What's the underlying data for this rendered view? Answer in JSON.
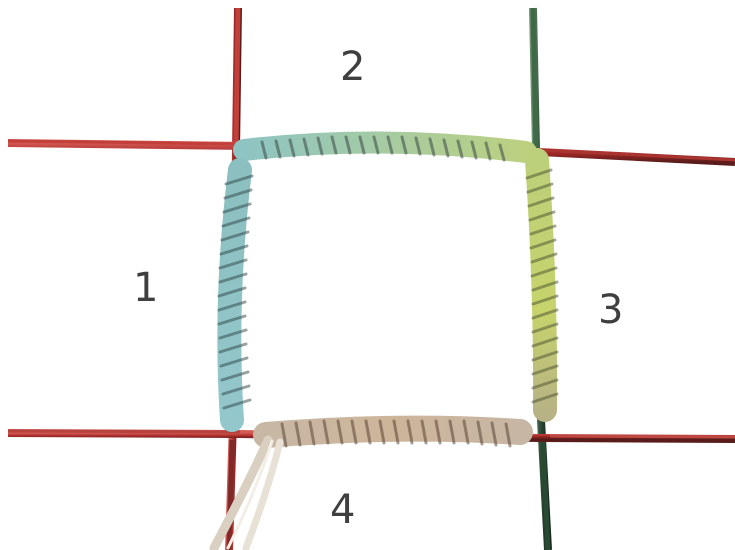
{
  "labels": {
    "side_1": "1",
    "side_2": "2",
    "side_3": "3",
    "side_4": "4"
  },
  "colors": {
    "frame_wire_red": "#b2322f",
    "frame_wire_green": "#2f4d37",
    "wrap_side_1": "#8fc6c8",
    "wrap_side_2": "#a8c9a5",
    "wrap_side_3": "#c4d06e",
    "wrap_side_4": "#c8b39b",
    "loose_thread": "#e6ddd0"
  },
  "icons": [
    "wire-frame",
    "wrapped-square-loom",
    "loose-thread"
  ]
}
